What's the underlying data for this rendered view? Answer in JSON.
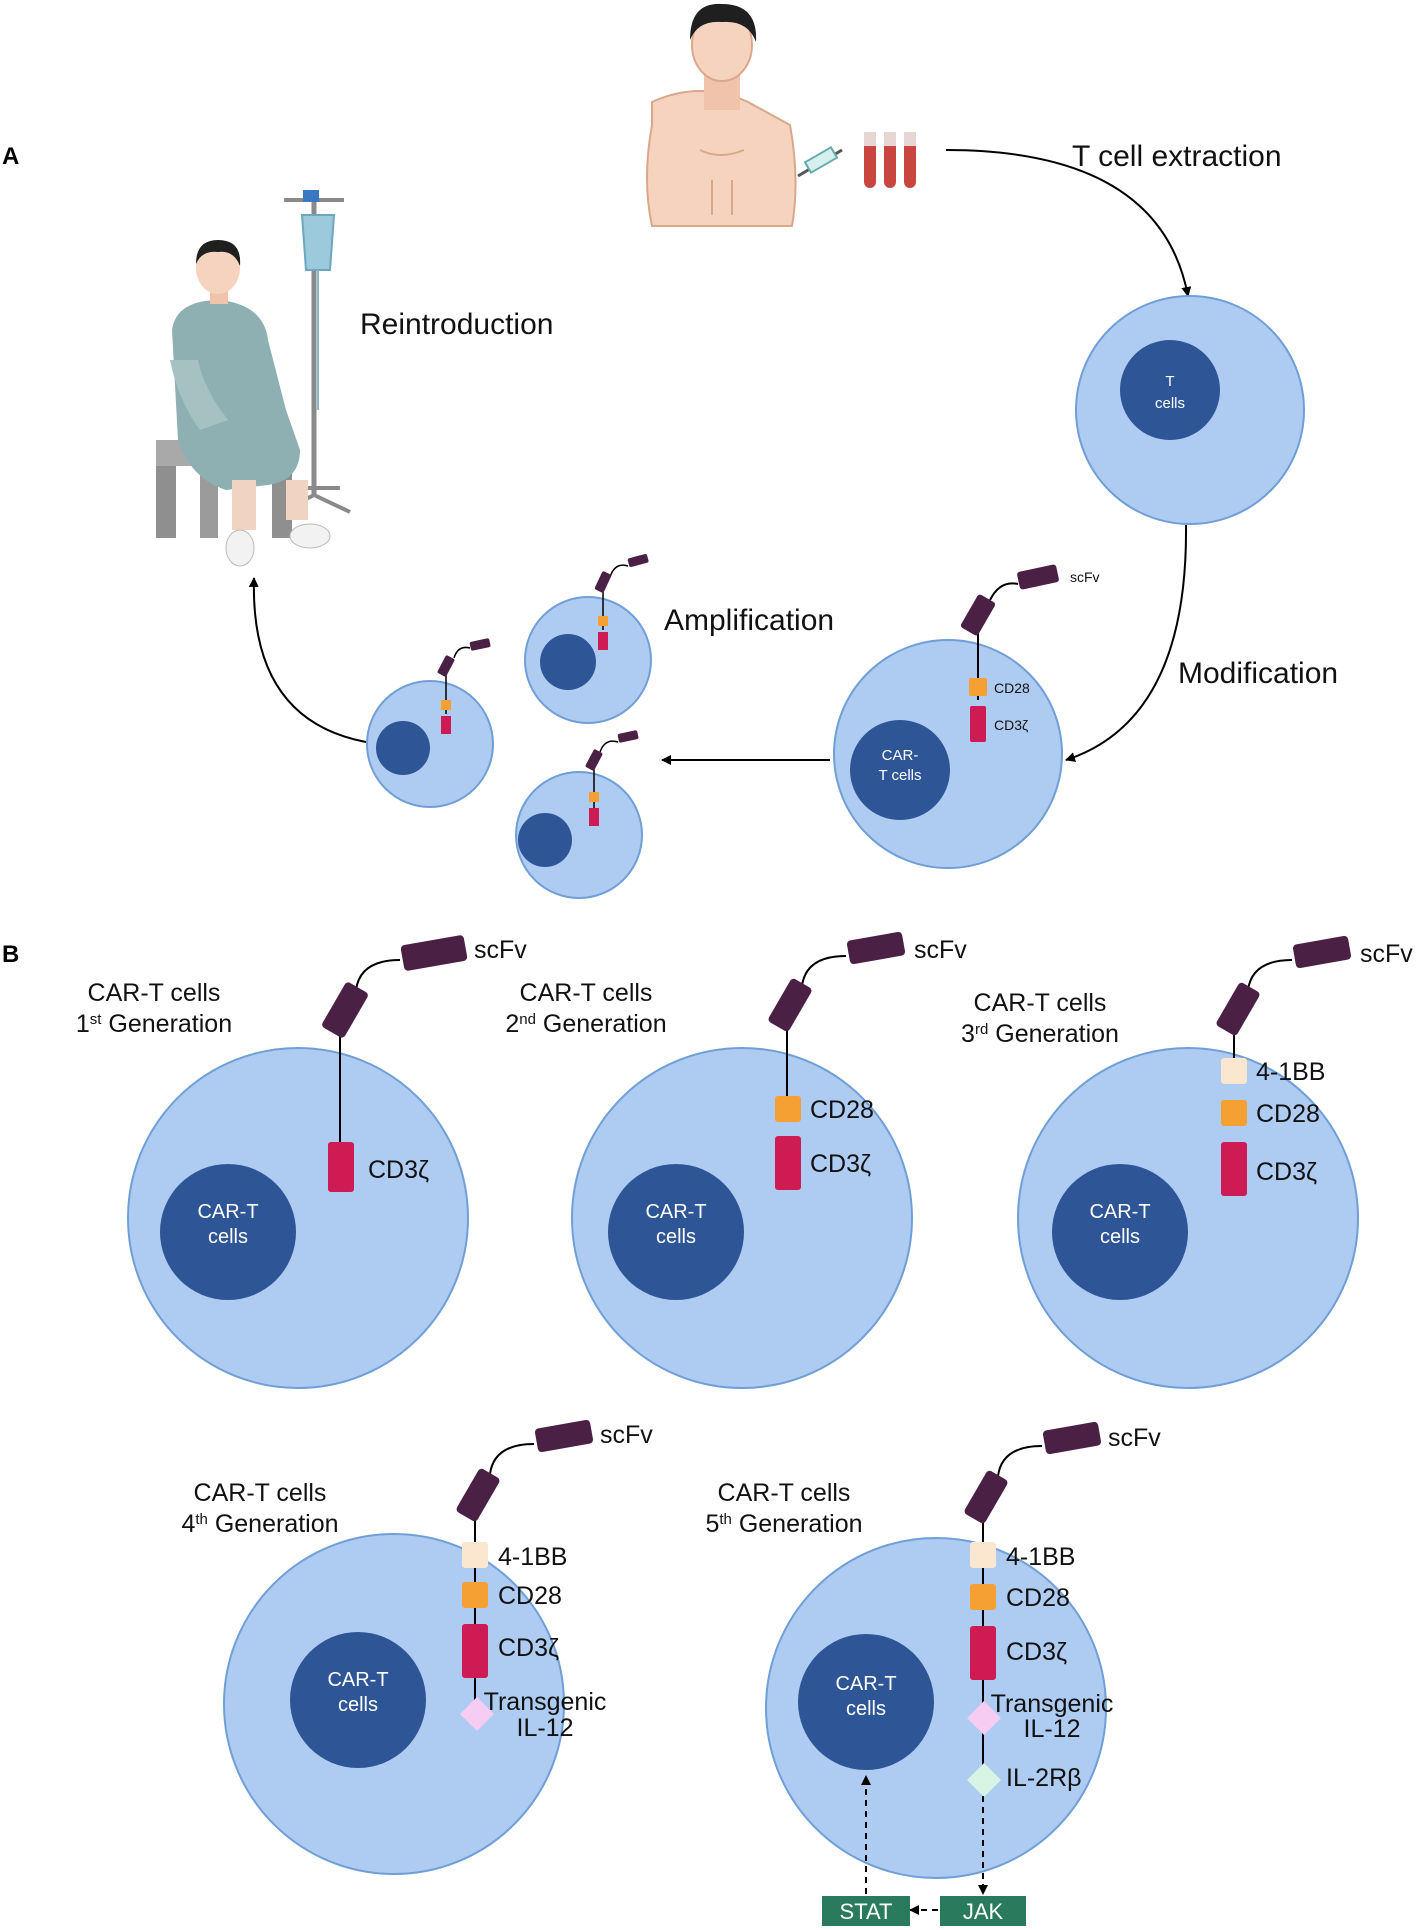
{
  "panel_a": {
    "letter": "A",
    "steps": {
      "extraction": "T cell extraction",
      "modification": "Modification",
      "amplification": "Amplification",
      "reintroduction": "Reintroduction"
    },
    "t_cell_nucleus": [
      "T",
      "cells"
    ],
    "car_t_nucleus": [
      "CAR-",
      "T cells"
    ],
    "scfv": "scFv",
    "cd28": "CD28",
    "cd3z": "CD3ζ"
  },
  "panel_b": {
    "letter": "B",
    "gen1": {
      "title": "CAR-T cells",
      "ordinal": "1",
      "suffix": "st",
      "gen": " Generation"
    },
    "gen2": {
      "title": "CAR-T cells",
      "ordinal": "2",
      "suffix": "nd",
      "gen": " Generation"
    },
    "gen3": {
      "title": "CAR-T cells",
      "ordinal": "3",
      "suffix": "rd",
      "gen": " Generation"
    },
    "gen4": {
      "title": "CAR-T cells",
      "ordinal": "4",
      "suffix": "th",
      "gen": " Generation"
    },
    "gen5": {
      "title": "CAR-T cells",
      "ordinal": "5",
      "suffix": "th",
      "gen": " Generation"
    },
    "nucleus": [
      "CAR-T",
      "cells"
    ],
    "scfv": "scFv",
    "four1bb": "4-1BB",
    "cd28": "CD28",
    "cd3z": "CD3ζ",
    "transgenic": [
      "Transgenic",
      "IL-12"
    ],
    "il2rb": "IL-2Rβ",
    "stat": "STAT",
    "jak": "JAK"
  },
  "colors": {
    "cell": "#aecbf2",
    "cell_edge": "#6f9fd6",
    "nucleus": "#2e5596",
    "scfv": "#4a2145",
    "cd28": "#f5a033",
    "cd3z": "#cf1b53",
    "four1bb": "#fbe7cf",
    "transgenic": "#f7ccf3",
    "il2rb": "#d7f5e4",
    "signal_box": "#2a7a5e"
  }
}
